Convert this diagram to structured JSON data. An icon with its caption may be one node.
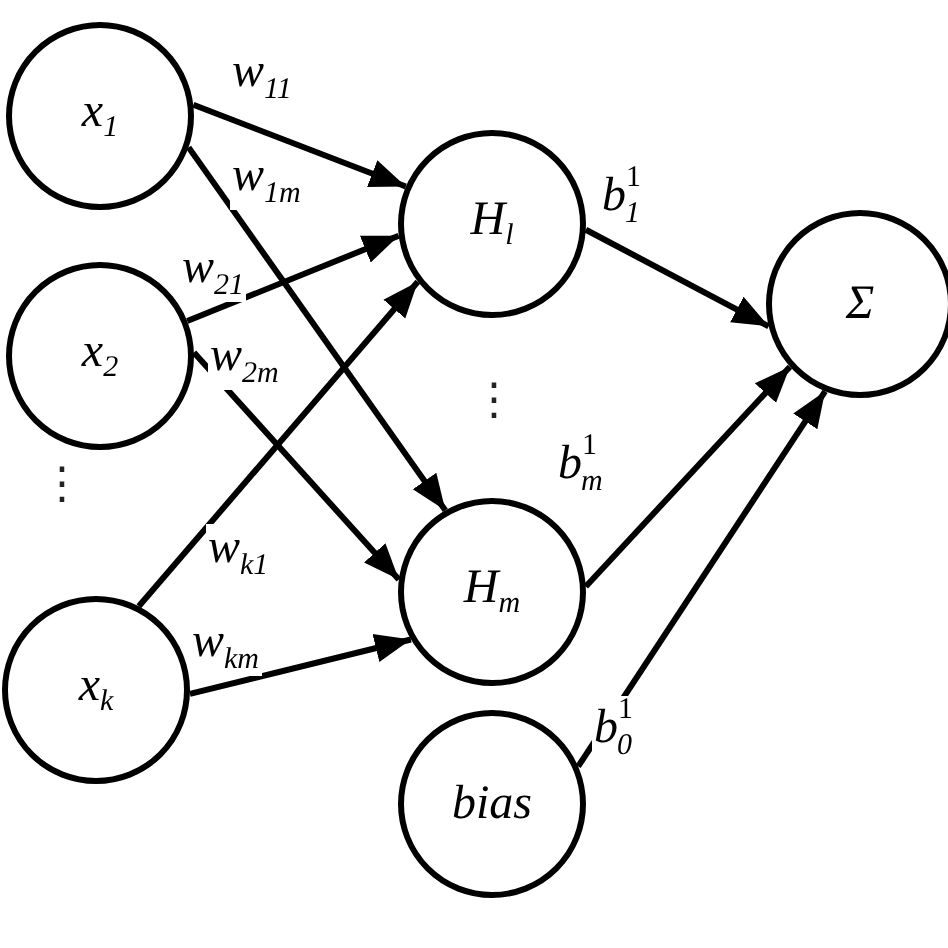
{
  "diagram": {
    "nodes": [
      {
        "text": [
          "x$_{1}$"
        ]
      },
      {
        "text": [
          "x$_{2}$"
        ]
      },
      {
        "text": [
          "x$_{k}$"
        ]
      },
      {
        "text": [
          "H$_{l}$"
        ]
      },
      {
        "text": [
          "H$_{m}$"
        ]
      },
      {
        "text": [
          "Σ"
        ]
      },
      {
        "text": [
          "bias"
        ]
      }
    ],
    "edges": [
      {
        "from": 0,
        "to": 3,
        "arrow": "to",
        "label": "w$_{11}$"
      },
      {
        "from": 0,
        "to": 4,
        "arrow": "to",
        "label": "w$_{1m}$"
      },
      {
        "from": 1,
        "to": 3,
        "arrow": "to",
        "label": "w$_{21}$"
      },
      {
        "from": 1,
        "to": 4,
        "arrow": "to",
        "label": "w$_{2m}$"
      },
      {
        "from": 2,
        "to": 3,
        "arrow": "to",
        "label": "w$_{k1}$"
      },
      {
        "from": 2,
        "to": 4,
        "arrow": "to",
        "label": "w$_{km}$"
      },
      {
        "from": 3,
        "to": 5,
        "arrow": "to",
        "label": "b$^{1}$$_{1}$"
      },
      {
        "from": 4,
        "to": 5,
        "arrow": "to",
        "label": "b$^{1}$$_{m}$"
      },
      {
        "from": 6,
        "to": 5,
        "arrow": "to",
        "label": "b$^{1}$$_{0}$"
      }
    ],
    "labels": [
      "⋮",
      "⋮"
    ]
  }
}
